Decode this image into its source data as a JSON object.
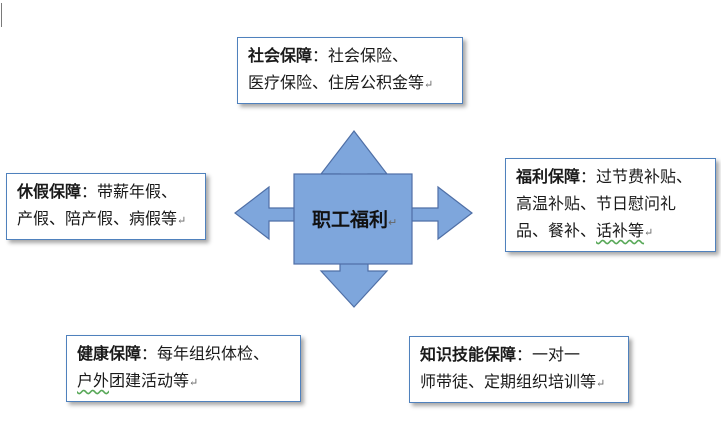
{
  "center": {
    "label": "职工福利",
    "mark": "↵"
  },
  "boxes": {
    "social": {
      "title": "社会保障",
      "colon": "：",
      "line1": "社会保险、",
      "line2": "医疗保险、住房公积金等",
      "mark": "↵"
    },
    "leave": {
      "title": "休假保障",
      "colon": "：",
      "line1": "带薪年假、",
      "line2": "产假、陪产假、病假等",
      "mark": "↵"
    },
    "welfare": {
      "title": "福利保障",
      "colon": "：",
      "line1": "过节费补贴、",
      "line2": "高温补贴、节日慰问礼",
      "line3_a": "品、餐补、",
      "line3_b": "话补等",
      "mark": "↵"
    },
    "health": {
      "title": "健康保障",
      "colon": "：",
      "line1": "每年组织体检、",
      "line2_a": "户外",
      "line2_b": "团建活动等",
      "mark": "↵"
    },
    "skills": {
      "title": "知识技能保障",
      "colon": "：",
      "line1": "一对一",
      "line2": "师带徒、定期组织培训等",
      "mark": "↵"
    }
  },
  "colors": {
    "arrow_fill": "#7ea6dc",
    "arrow_stroke": "#4f6fa6",
    "box_border": "#4f81bd"
  }
}
